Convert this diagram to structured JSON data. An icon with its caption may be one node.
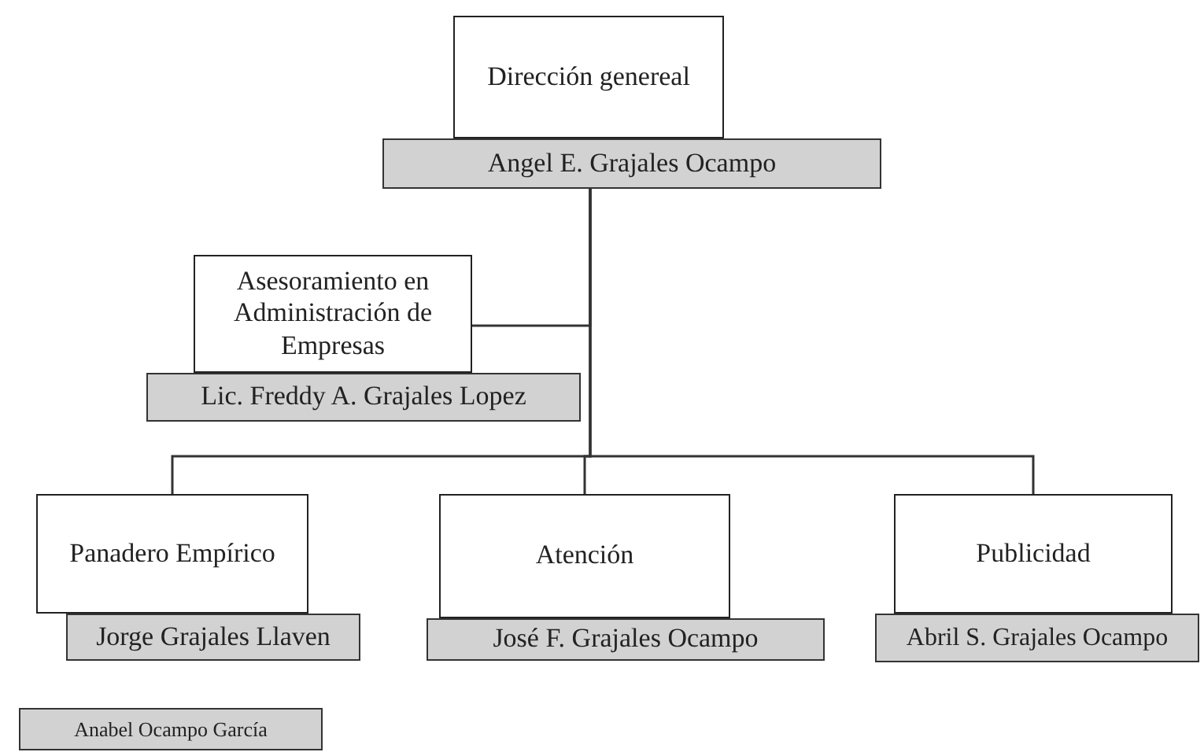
{
  "diagram": {
    "nodes": [
      {
        "text": [
          "Dirección genereal"
        ]
      },
      {
        "text": [
          "Angel E. Grajales Ocampo"
        ]
      },
      {
        "text": [
          "Asesoramiento en Administración de Empresas"
        ]
      },
      {
        "text": [
          "Lic. Freddy A. Grajales Lopez"
        ]
      },
      {
        "text": [
          "Panadero Empírico"
        ]
      },
      {
        "text": [
          "Jorge Grajales Llaven"
        ]
      },
      {
        "text": [
          "Atención"
        ]
      },
      {
        "text": [
          "José F. Grajales Ocampo"
        ]
      },
      {
        "text": [
          "Publicidad"
        ]
      },
      {
        "text": [
          "Abril S. Grajales Ocampo"
        ]
      },
      {
        "text": [
          "Anabel Ocampo García"
        ]
      }
    ],
    "edges": [
      {
        "from": 1,
        "to": 2,
        "arrow": "none"
      },
      {
        "from": 1,
        "to": 4,
        "arrow": "none"
      },
      {
        "from": 1,
        "to": 6,
        "arrow": "none"
      },
      {
        "from": 1,
        "to": 8,
        "arrow": "none"
      }
    ]
  }
}
